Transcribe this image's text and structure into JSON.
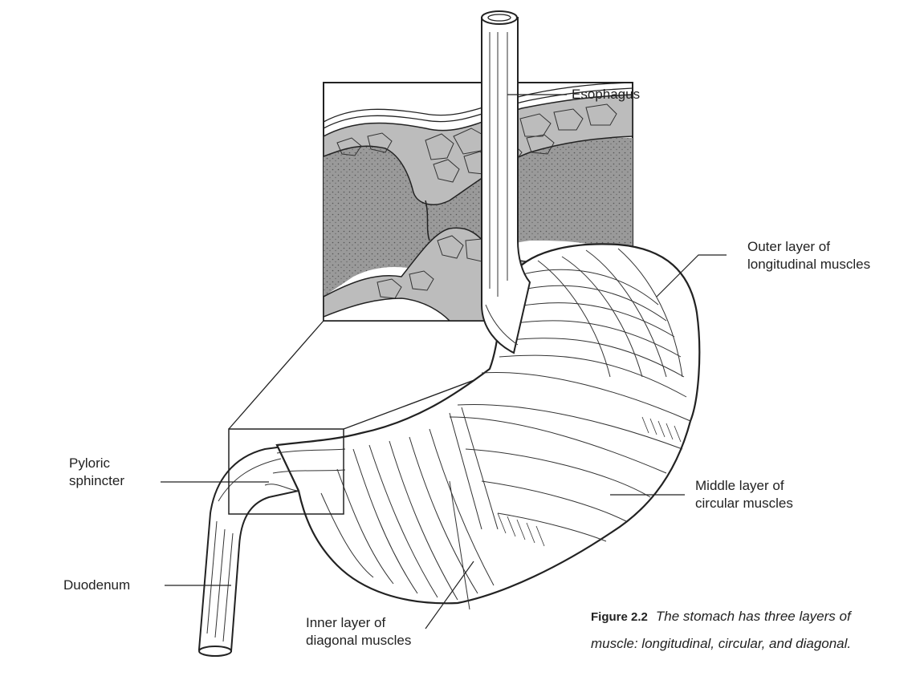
{
  "labels": {
    "esophagus": "Esophagus",
    "outer_line1": "Outer layer of",
    "outer_line2": "longitudinal muscles",
    "middle_line1": "Middle layer of",
    "middle_line2": "circular muscles",
    "pyloric_line1": "Pyloric",
    "pyloric_line2": "sphincter",
    "duodenum": "Duodenum",
    "inner_line1": "Inner layer of",
    "inner_line2": "diagonal muscles"
  },
  "caption": {
    "figure_number": "Figure 2.2",
    "line1": "The stomach has three layers of",
    "line2": "muscle: longitudinal, circular, and diagonal."
  },
  "colors": {
    "ink": "#222222",
    "tissue_fill": "#9a9a9a",
    "cell_fill": "#bcbcbc",
    "background": "#ffffff"
  }
}
